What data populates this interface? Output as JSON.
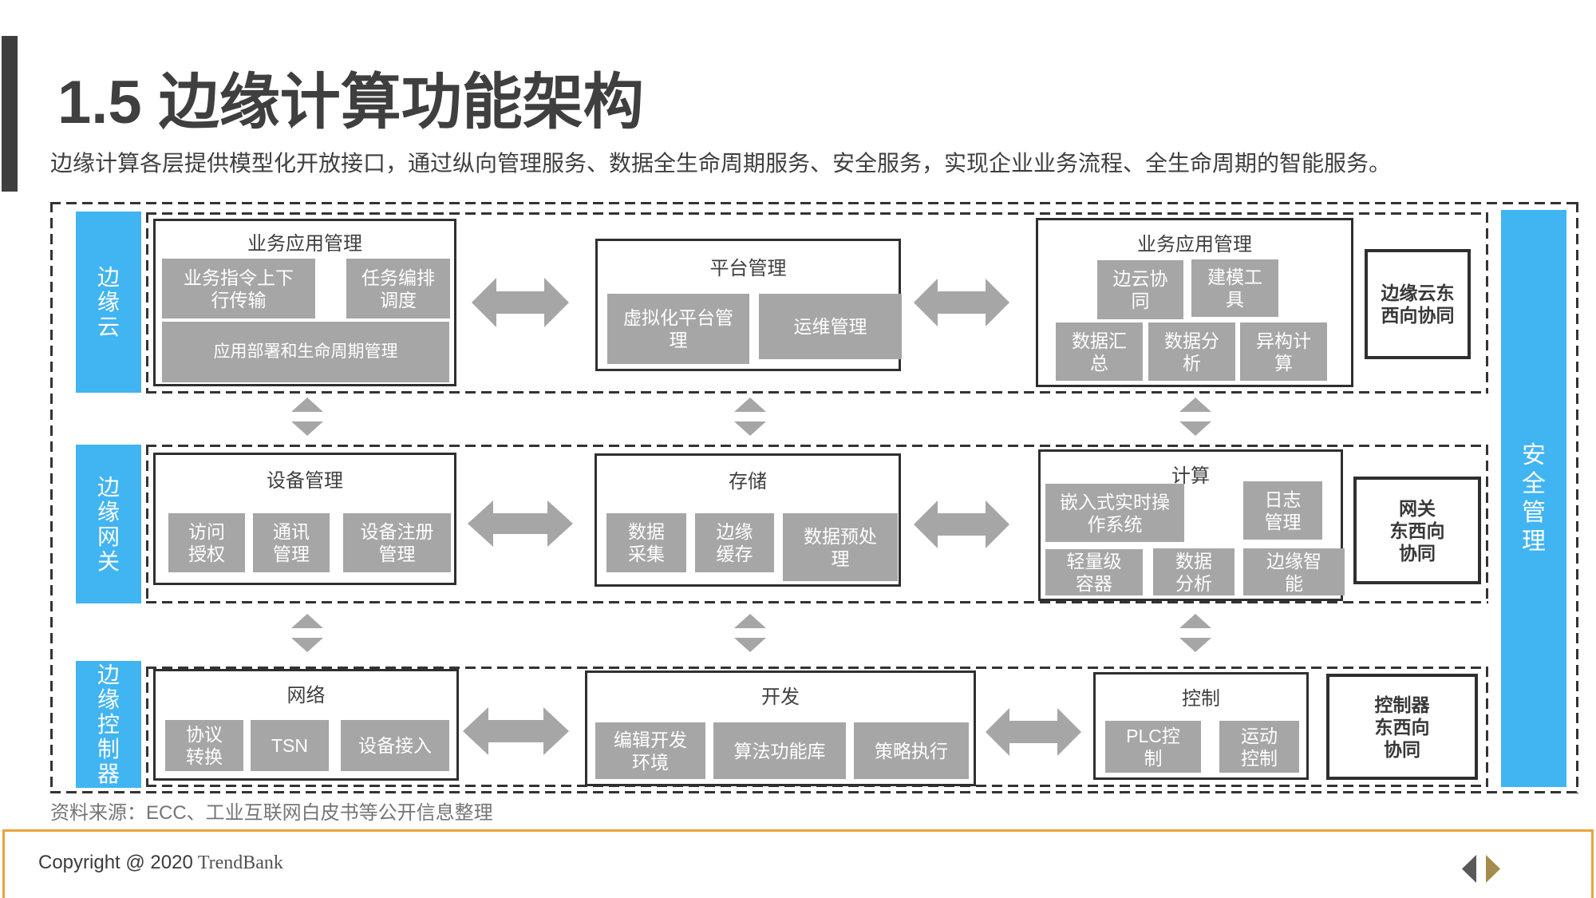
{
  "page": {
    "title": "1.5 边缘计算功能架构",
    "subtitle": "边缘计算各层提供模型化开放接口，通过纵向管理服务、数据全生命周期服务、安全服务，实现企业业务流程、全生命周期的智能服务。",
    "source_note": "资料来源：ECC、工业互联网白皮书等公开信息整理",
    "footer": {
      "copyright": "Copyright @ 2020",
      "brand": "TrendBank"
    },
    "colors": {
      "accent_blue": "#41B4F2",
      "item_gray": "#A6A6A6",
      "arrow_gray": "#A6A6A6",
      "text_dark": "#404040",
      "border_dark": "#2F2F2F",
      "gold_line": "#E9A33D",
      "nav_prev_gray": "#595959",
      "nav_next_gold": "#A58C4E"
    }
  },
  "diagram": {
    "security_bar": "安全管理",
    "rows": [
      {
        "layer": "边缘云",
        "boxes": [
          {
            "title": "业务应用管理",
            "items": [
              "业务指令上下\n行传输",
              "任务编排\n调度",
              "应用部署和生命周期管理"
            ]
          },
          {
            "title": "平台管理",
            "items": [
              "虚拟化平台管\n理",
              "运维管理"
            ]
          },
          {
            "title": "业务应用管理",
            "items": [
              "边云协\n同",
              "建模工\n具",
              "数据汇\n总",
              "数据分\n析",
              "异构计\n算"
            ]
          }
        ],
        "side_box": "边缘云东\n西向协同"
      },
      {
        "layer": "边缘网关",
        "boxes": [
          {
            "title": "设备管理",
            "items": [
              "访问\n授权",
              "通讯\n管理",
              "设备注册\n管理"
            ]
          },
          {
            "title": "存储",
            "items": [
              "数据\n采集",
              "边缘\n缓存",
              "数据预处\n理"
            ]
          },
          {
            "title": "计算",
            "items": [
              "嵌入式实时操\n作系统",
              "日志\n管理",
              "轻量级\n容器",
              "数据\n分析",
              "边缘智\n能"
            ]
          }
        ],
        "side_box": "网关\n东西向\n协同"
      },
      {
        "layer": "边缘控制器",
        "boxes": [
          {
            "title": "网络",
            "items": [
              "协议\n转换",
              "TSN",
              "设备接入"
            ]
          },
          {
            "title": "开发",
            "items": [
              "编辑开发\n环境",
              "算法功能库",
              "策略执行"
            ]
          },
          {
            "title": "控制",
            "items": [
              "PLC控\n制",
              "运动\n控制"
            ]
          }
        ],
        "side_box": "控制器\n东西向\n协同"
      }
    ]
  }
}
